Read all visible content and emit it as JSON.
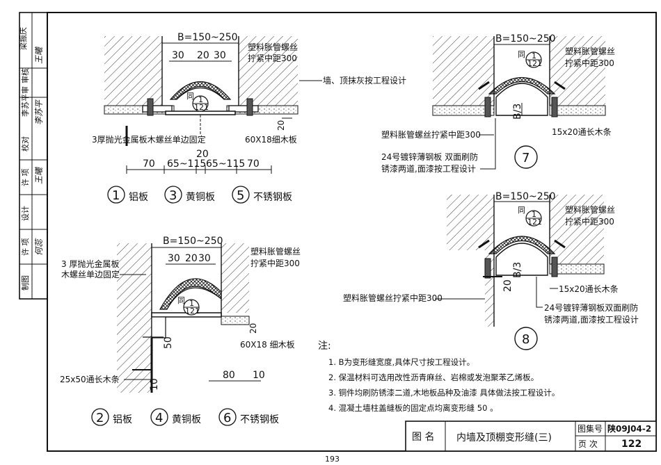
{
  "left_strip": {
    "rows": [
      {
        "label": "审核",
        "name": "梁振庆"
      },
      {
        "label": "审",
        "name": ""
      },
      {
        "label": "校对",
        "name": "李苏平"
      },
      {
        "label": "设计",
        "name": ""
      },
      {
        "label": "制图",
        "name": ""
      }
    ],
    "role_small_a": "许 项",
    "role_small_b": "许 项",
    "sign_a": "王曦",
    "sign_b": "李苏平",
    "sign_c": "何蕊"
  },
  "fig_top_left": {
    "width": "B=150~250",
    "gaps": [
      "30",
      "20",
      "30"
    ],
    "anchor_note": [
      "塑料胀管螺丝",
      "拧紧中距300"
    ],
    "wall_note": "墙、顶抹灰按工程设计",
    "ref_word": "同",
    "ref_top": "1",
    "ref_bottom": "121",
    "left_note": "3厚抛光金属板木螺丝单边固定",
    "right_note": "60X18细木板",
    "dim20": "20",
    "dims": [
      "70",
      "65~115",
      "20",
      "65~115",
      "70"
    ],
    "captions": [
      {
        "num": "1",
        "text": "铝板"
      },
      {
        "num": "3",
        "text": "黄铜板"
      },
      {
        "num": "5",
        "text": "不锈钢板"
      }
    ]
  },
  "fig_bottom_left": {
    "width": "B=150~250",
    "gaps": [
      "30",
      "20",
      "30"
    ],
    "anchor_note": [
      "塑料胀管螺丝",
      "拧紧中距300"
    ],
    "left_note": [
      "3 厚抛光金属板",
      "木螺丝单边固定"
    ],
    "ref_word": "同",
    "ref_top": "1",
    "ref_bottom": "121",
    "right_note": "60X18 细木板",
    "dim20": "20",
    "dim50": "50",
    "wood_note": "25x50通长木条",
    "dims": [
      "80",
      "10",
      "10"
    ],
    "captions": [
      {
        "num": "2",
        "text": "铝板"
      },
      {
        "num": "4",
        "text": "黄铜板"
      },
      {
        "num": "6",
        "text": "不锈钢板"
      }
    ]
  },
  "fig7": {
    "width": "B=150~250",
    "anchor_note": [
      "塑料胀管螺丝",
      "拧紧中距300"
    ],
    "ref_word": "同",
    "ref_top": "1",
    "ref_bottom": "121",
    "dim": "B/3",
    "left_note": "塑料胀管螺丝拧紧中距300",
    "right_note": "15x20通长木条",
    "steel_note": [
      "24号镀锌薄钢板 双面刷防",
      "锈漆两道,面漆按工程设计"
    ],
    "num": "7"
  },
  "fig8": {
    "width": "B=150~250",
    "anchor_note": [
      "塑料胀管螺丝",
      "拧紧中距300"
    ],
    "ref_word": "同",
    "ref_top": "1",
    "ref_bottom": "121",
    "dim": "B/3",
    "dim20": "20",
    "left_note": "塑料胀管螺丝拧紧中距300",
    "right_note": "15x20通长木条",
    "steel_note": [
      "24号镀锌薄钢板双面刷防",
      "锈漆两道,面漆按工程设计"
    ],
    "num": "8"
  },
  "notes": {
    "heading": "注:",
    "items": [
      "1. B为变形缝宽度,具体尺寸按工程设计。",
      "2. 保温材料可选用改性沥青麻丝、岩棉或发泡聚苯乙烯板。",
      "3. 铜件均刷防锈漆二道,木地板品种及油漆 具体做法按工程设计。",
      "4. 混凝土墙柱盖缝板的固定点均离变形缝 50 。"
    ]
  },
  "title_block": {
    "label_title": "图 名",
    "title": "内墙及顶棚变形缝(三)",
    "atlas_label": "图集号",
    "atlas_no": "陕09J04-2",
    "page_label": "页 次",
    "page_no": "122"
  },
  "page_number": "193"
}
